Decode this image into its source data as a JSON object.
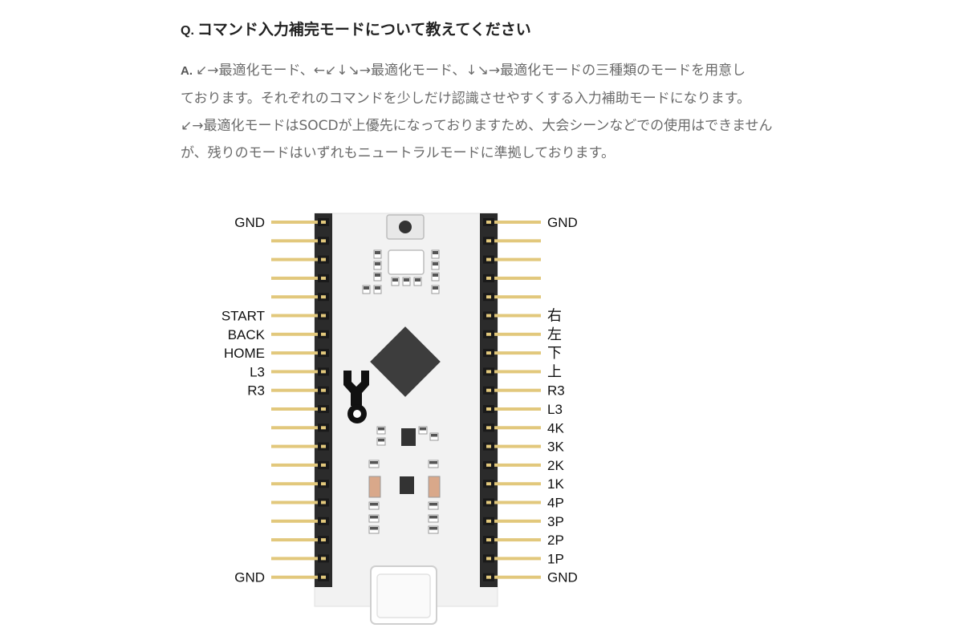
{
  "faq": {
    "question_prefix": "Q.",
    "question": "コマンド入力補完モードについて教えてください",
    "answer_prefix": "A.",
    "answer_lines": [
      "↙→最適化モード、←↙↓↘→最適化モード、↓↘→最適化モードの三種類のモードを用意し",
      "ております。それぞれのコマンドを少しだけ認識させやすくする入力補助モードになります。",
      "↙→最適化モードはSOCDが上優先になっておりますため、大会シーンなどでの使用はできません",
      "が、残りのモードはいずれもニュートラルモードに準拠しております。"
    ]
  },
  "board": {
    "left_pins": [
      "GND",
      "",
      "",
      "",
      "",
      "START",
      "BACK",
      "HOME",
      "L3",
      "R3",
      "",
      "",
      "",
      "",
      "",
      "",
      "",
      "",
      "",
      "GND"
    ],
    "right_pins": [
      "GND",
      "",
      "",
      "",
      "",
      "右",
      "左",
      "下",
      "上",
      "R3",
      "L3",
      "4K",
      "3K",
      "2K",
      "1K",
      "4P",
      "3P",
      "2P",
      "1P",
      "GND"
    ],
    "colors": {
      "pcb": "#f2f2f2",
      "header": "#2b2b2b",
      "pin": "#e2c87c",
      "chip": "#3d3d3d",
      "resistor": "#d9a88a"
    }
  }
}
